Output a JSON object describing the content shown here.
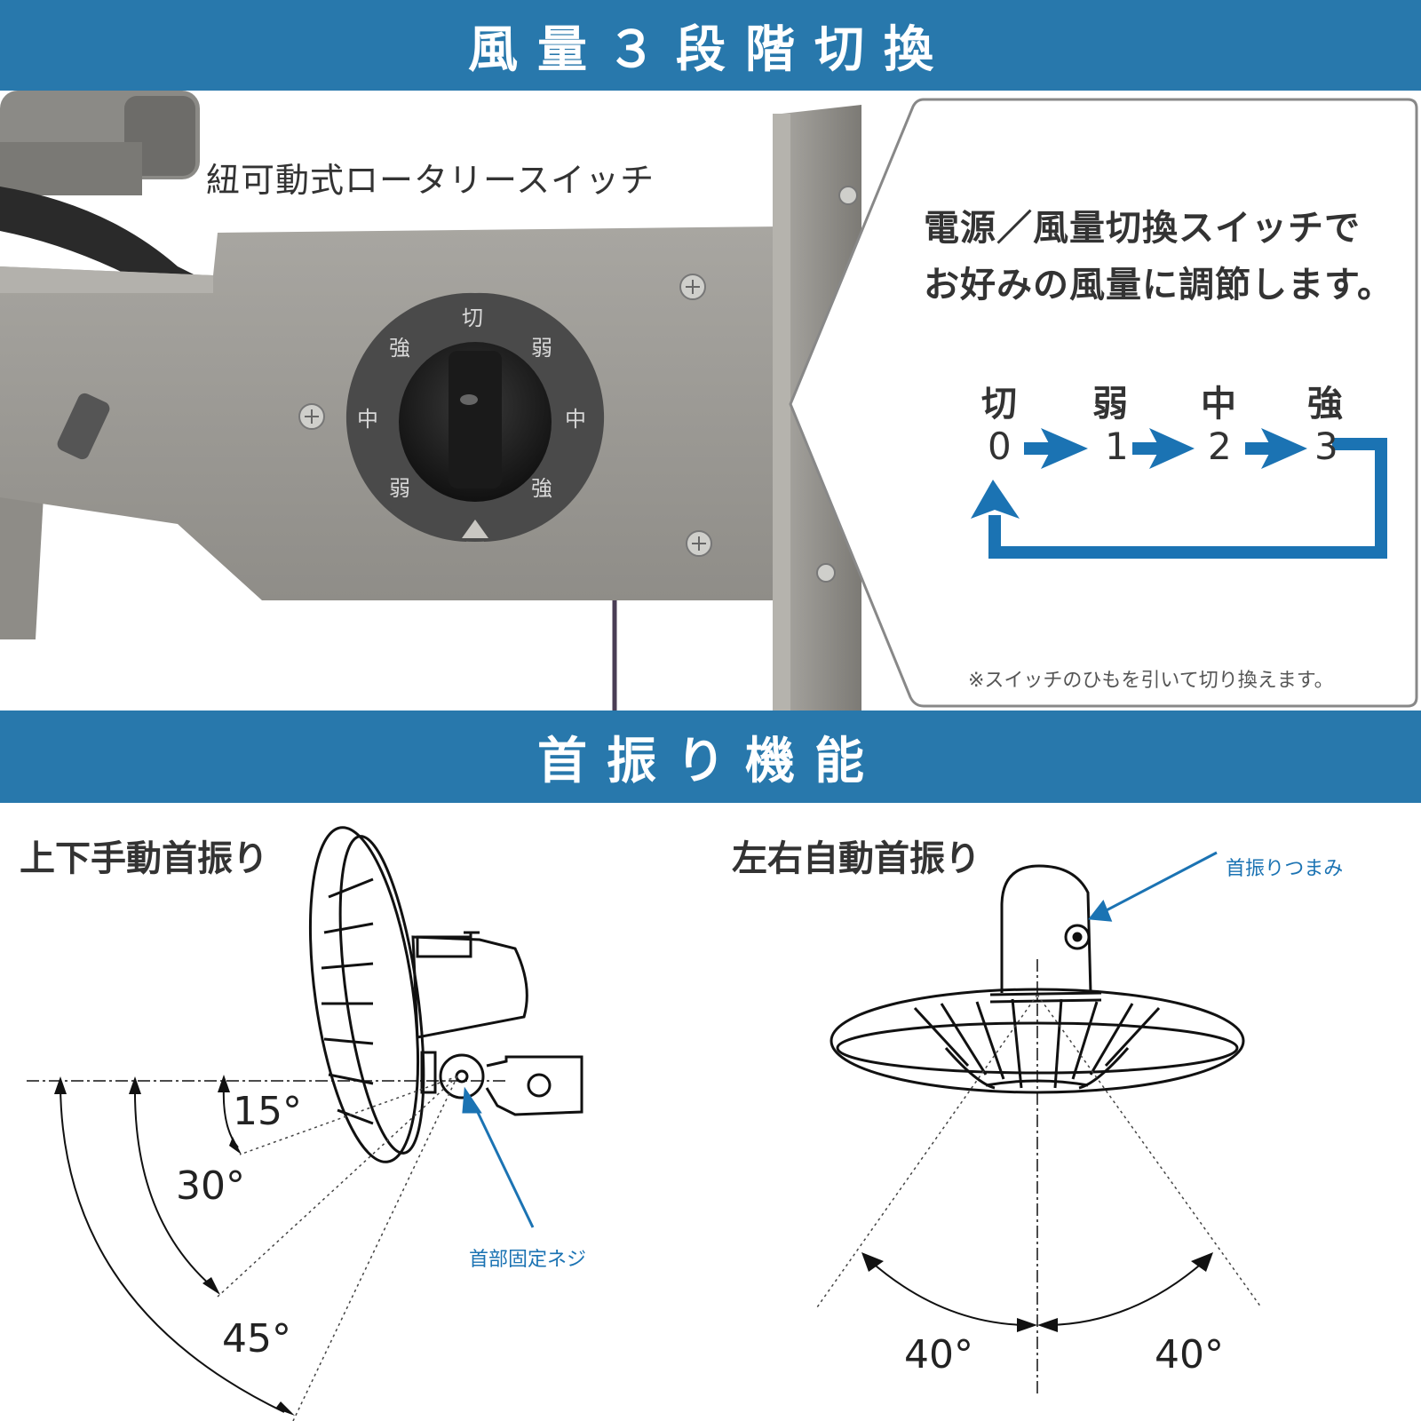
{
  "header": {
    "title": "風量３段階切換"
  },
  "photo_section": {
    "label": "紐可動式ロータリースイッチ",
    "dial_labels": {
      "top": "切",
      "upper_right": "弱",
      "right": "中",
      "lower_right": "強",
      "lower_left": "弱",
      "left": "中",
      "upper_left": "強"
    }
  },
  "callout": {
    "line1": "電源／風量切換スイッチで",
    "line2": "お好みの風量に調節します。",
    "steps": [
      {
        "label": "切",
        "number": "0"
      },
      {
        "label": "弱",
        "number": "1"
      },
      {
        "label": "中",
        "number": "2"
      },
      {
        "label": "強",
        "number": "3"
      }
    ],
    "note": "※スイッチのひもを引いて切り換えます。",
    "arrow_color": "#1b73b3"
  },
  "section2": {
    "title": "首振り機能"
  },
  "vertical_tilt": {
    "title": "上下手動首振り",
    "angles": [
      "15°",
      "30°",
      "45°"
    ],
    "screw_label": "首部固定ネジ"
  },
  "horizontal_swing": {
    "title": "左右自動首振り",
    "knob_label": "首振りつまみ",
    "angles": [
      "40°",
      "40°"
    ]
  },
  "colors": {
    "banner": "#2878ac",
    "accent_blue": "#1b73b3",
    "text": "#333333"
  }
}
